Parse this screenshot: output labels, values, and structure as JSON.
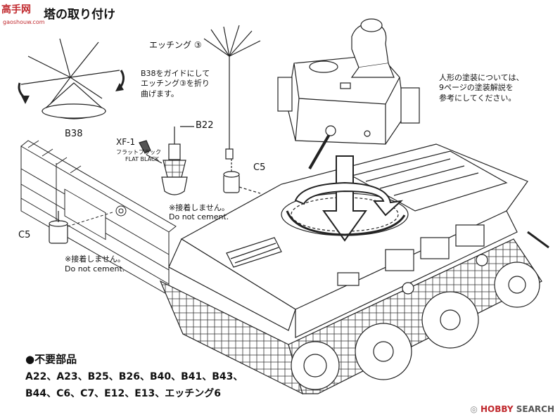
{
  "header": {
    "logo_text": "高手网",
    "logo_sub": "gaoshouw.com",
    "title": "塔の取り付け"
  },
  "labels": {
    "etching3": "エッチング ③",
    "b38_instr": [
      "B38をガイドにして",
      "エッチング③を折り",
      "曲げます。"
    ],
    "b38": "B38",
    "b22": "B22",
    "xf1": "XF-1",
    "xf1_jp": "フラットブラック",
    "xf1_en": "FLAT BLACK",
    "c5_a": "C5",
    "c5_b": "C5",
    "no_cement_jp_a": "※接着しません。",
    "no_cement_en_a": "Do not cement.",
    "no_cement_jp_b": "※接着しません。",
    "no_cement_en_b": "Do not cement.",
    "figure_note": [
      "人形の塗装については、",
      "9ページの塗装解説を",
      "参考にしてください。"
    ]
  },
  "not_required": {
    "heading": "●不要部品",
    "lines": [
      "A22、A23、B25、B26、B40、B41、B43、",
      "B44、C6、C7、E12、E13、エッチング6"
    ]
  },
  "footer": {
    "prefix": "◎",
    "brand": "HOBBY",
    "suffix": "SEARCH"
  }
}
